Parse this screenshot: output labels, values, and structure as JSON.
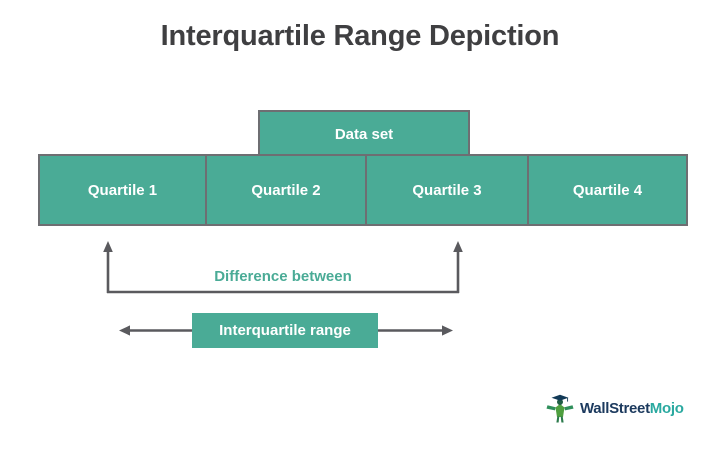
{
  "page": {
    "title": "Interquartile Range Depiction",
    "background_color": "#ffffff",
    "teal_color": "#4aab96",
    "border_color": "#6e6e72",
    "title_color": "#3f3f41",
    "arrow_color": "#5a5a5e"
  },
  "diagram": {
    "dataset_box": {
      "label": "Data set"
    },
    "quartiles": [
      {
        "label": "Quartile 1"
      },
      {
        "label": "Quartile 2"
      },
      {
        "label": "Quartile 3"
      },
      {
        "label": "Quartile 4"
      }
    ],
    "difference_label": "Difference between",
    "iqr_box": {
      "label": "Interquartile range"
    }
  },
  "logo": {
    "icon": "graduation-cap-figure-icon",
    "text_primary": "WallStreet",
    "text_secondary": "Mojo",
    "primary_color": "#1c3a5e",
    "secondary_color": "#2aa9a0"
  }
}
